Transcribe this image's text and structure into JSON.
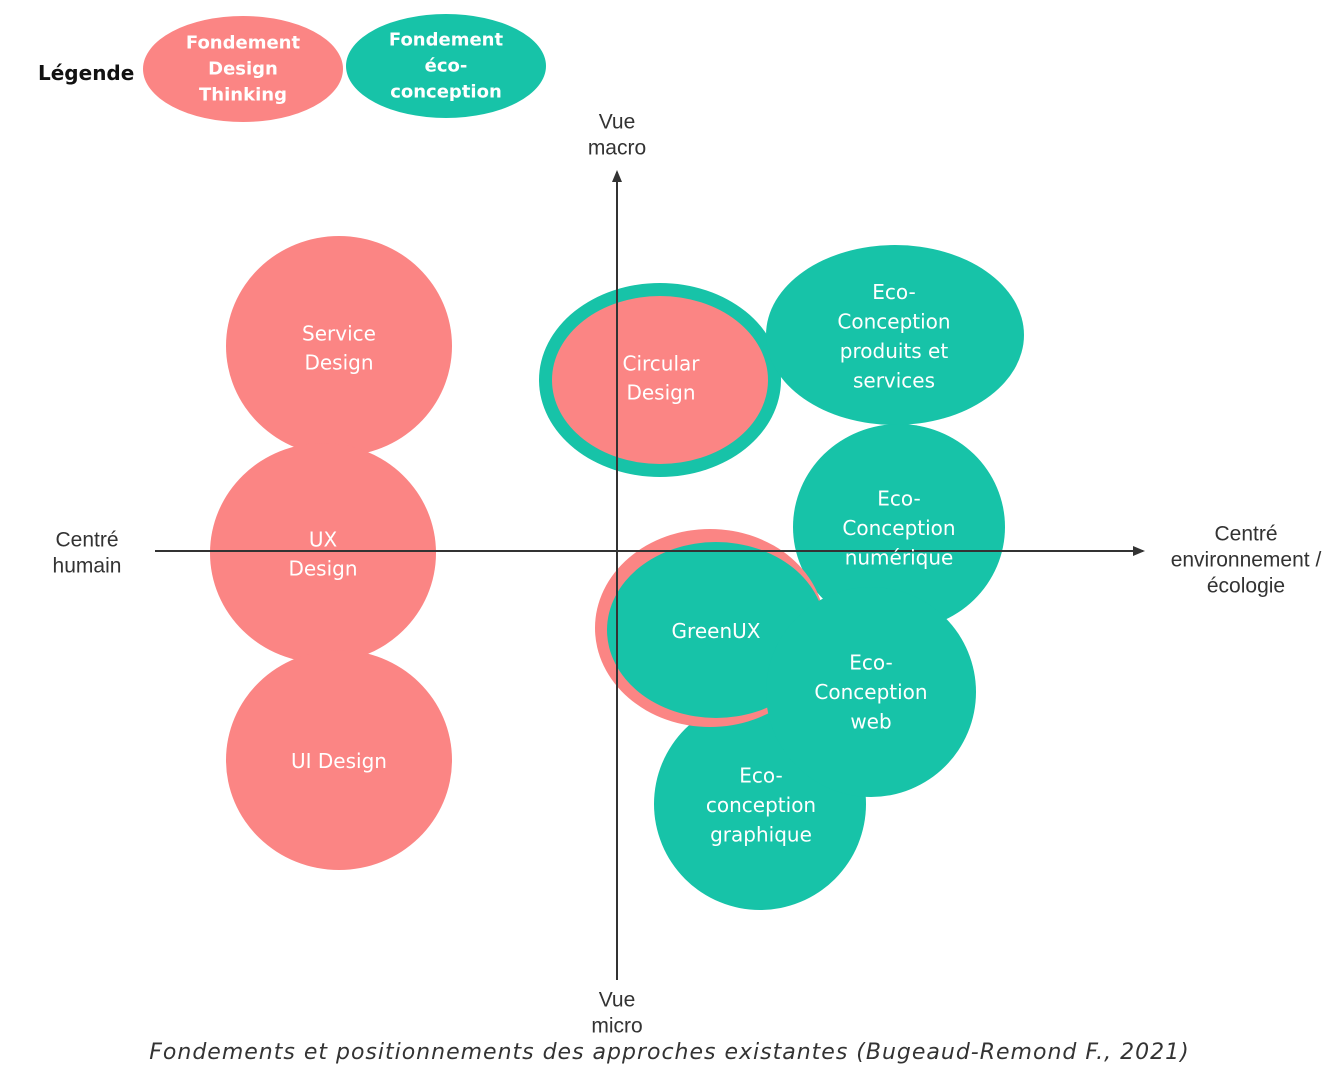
{
  "colors": {
    "design_thinking": "#fb8584",
    "eco_conception": "#17c3a8",
    "axis": "#333333"
  },
  "legend": {
    "title": "Légende",
    "items": [
      {
        "id": "design-thinking",
        "lines": [
          "Fondement",
          "Design",
          "Thinking"
        ],
        "category": "design_thinking"
      },
      {
        "id": "eco-conception",
        "lines": [
          "Fondement",
          "éco-",
          "conception"
        ],
        "category": "eco_conception"
      }
    ]
  },
  "axes": {
    "top": [
      "Vue",
      "macro"
    ],
    "bottom": [
      "Vue",
      "micro"
    ],
    "left": [
      "Centré",
      "humain"
    ],
    "right": [
      "Centré",
      "environnement /",
      "écologie"
    ]
  },
  "approaches": [
    {
      "id": "service-design",
      "lines": [
        "Service",
        "Design"
      ],
      "category": "design_thinking"
    },
    {
      "id": "ux-design",
      "lines": [
        "UX",
        "Design"
      ],
      "category": "design_thinking"
    },
    {
      "id": "ui-design",
      "lines": [
        "UI Design"
      ],
      "category": "design_thinking"
    },
    {
      "id": "circular-design",
      "lines": [
        "Circular",
        "Design"
      ],
      "category": "design_thinking",
      "ring": "eco_conception"
    },
    {
      "id": "eco-conception-produits",
      "lines": [
        "Eco-",
        "Conception",
        "produits et",
        "services"
      ],
      "category": "eco_conception"
    },
    {
      "id": "eco-conception-numerique",
      "lines": [
        "Eco-",
        "Conception",
        "numérique"
      ],
      "category": "eco_conception"
    },
    {
      "id": "eco-conception-graphique",
      "lines": [
        "Eco-",
        "conception",
        "graphique"
      ],
      "category": "eco_conception"
    },
    {
      "id": "eco-conception-web",
      "lines": [
        "Eco-",
        "Conception",
        "web"
      ],
      "category": "eco_conception"
    },
    {
      "id": "greenux",
      "lines": [
        "GreenUX"
      ],
      "category": "eco_conception",
      "ring": "design_thinking"
    }
  ],
  "caption": "Fondements et positionnements des approches existantes (Bugeaud-Remond F., 2021)"
}
